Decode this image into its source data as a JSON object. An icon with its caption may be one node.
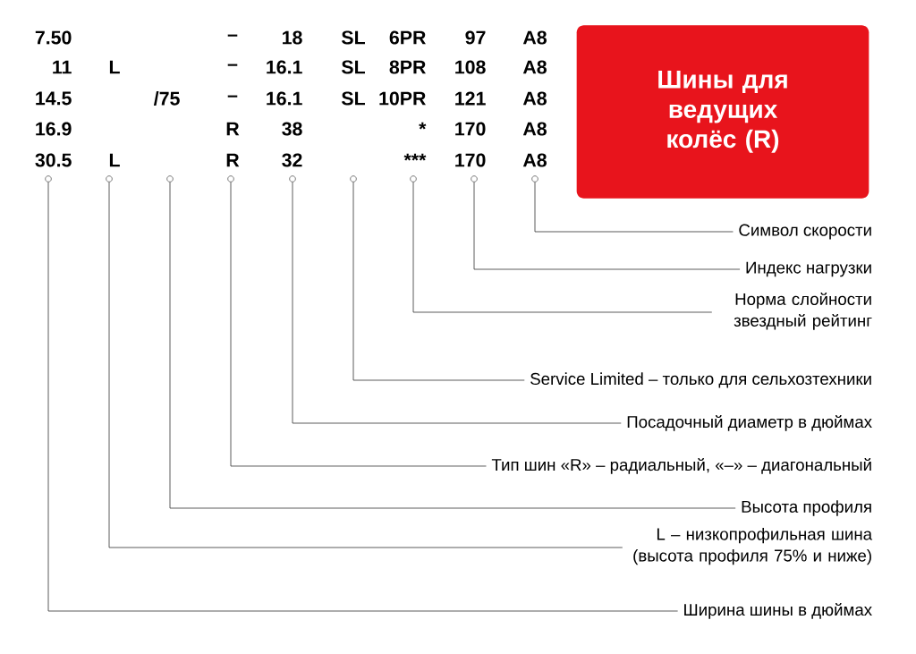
{
  "diagram": {
    "title": "Шины для ведущих колёс (R)",
    "nodes": [
      {
        "text": [],
        "shape": "circle"
      },
      {
        "text": [],
        "shape": "circle"
      },
      {
        "text": [],
        "shape": "circle"
      },
      {
        "text": [],
        "shape": "circle"
      },
      {
        "text": [],
        "shape": "circle"
      },
      {
        "text": [],
        "shape": "circle"
      },
      {
        "text": [],
        "shape": "circle"
      },
      {
        "text": [],
        "shape": "circle"
      },
      {
        "text": [],
        "shape": "circle"
      },
      {
        "text": [
          "Символ скорости"
        ]
      },
      {
        "text": [
          "Индекс нагрузки"
        ]
      },
      {
        "text": [
          "Норма слойности звездный рейтинг"
        ]
      },
      {
        "text": [
          "Service Limited – только для сельхозтехники"
        ]
      },
      {
        "text": [
          "Посадочный диаметр в дюймах"
        ]
      },
      {
        "text": [
          "Тип шин «R» – радиальный, «–» – диагональный"
        ]
      },
      {
        "text": [
          "Высота профиля"
        ]
      },
      {
        "text": [
          "L – низкопрофильная шина (высота профиля 75% и ниже)"
        ]
      },
      {
        "text": [
          "Ширина шины в дюймах"
        ]
      }
    ],
    "edges": [
      {
        "from": 9,
        "to": 8,
        "arrow": "none"
      },
      {
        "from": 10,
        "to": 7,
        "arrow": "none"
      },
      {
        "from": 11,
        "to": 6,
        "arrow": "none"
      },
      {
        "from": 12,
        "to": 5,
        "arrow": "none"
      },
      {
        "from": 13,
        "to": 4,
        "arrow": "none"
      },
      {
        "from": 14,
        "to": 3,
        "arrow": "none"
      },
      {
        "from": 15,
        "to": 2,
        "arrow": "none"
      },
      {
        "from": 16,
        "to": 1,
        "arrow": "none"
      },
      {
        "from": 17,
        "to": 0,
        "arrow": "none"
      }
    ],
    "labels": [
      "7.50",
      "–",
      "18",
      "SL",
      "6PR",
      "97",
      "A8",
      "11",
      "L",
      "–",
      "16.1",
      "SL",
      "8PR",
      "108",
      "A8",
      "14.5",
      "/75",
      "–",
      "16.1",
      "SL",
      "10PR",
      "121",
      "A8",
      "16.9",
      "R",
      "38",
      "*",
      "170",
      "A8",
      "30.5",
      "L",
      "R",
      "32",
      "***",
      "170",
      "A8"
    ]
  }
}
